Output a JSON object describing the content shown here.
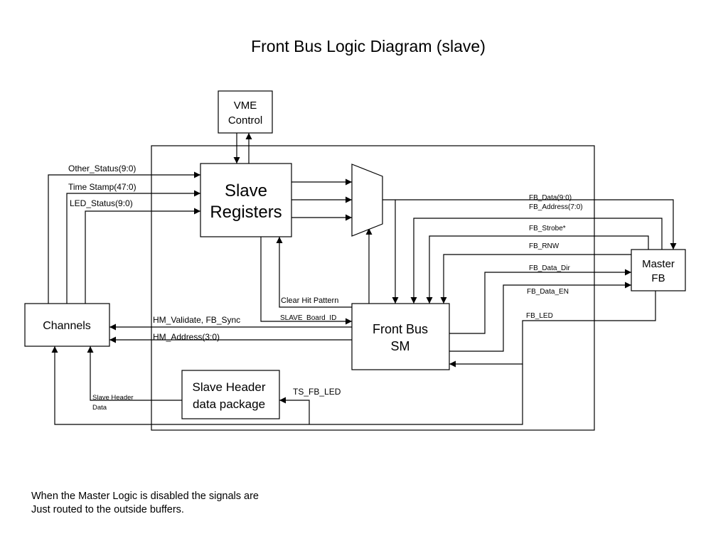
{
  "title": "Front Bus Logic Diagram (slave)",
  "blocks": {
    "vme_control": [
      "VME",
      "Control"
    ],
    "slave_registers": [
      "Slave",
      "Registers"
    ],
    "channels": "Channels",
    "front_bus_sm": [
      "Front Bus",
      "SM"
    ],
    "master_fb": [
      "Master",
      "FB"
    ],
    "slave_header": [
      "Slave Header",
      "data package"
    ]
  },
  "signals": {
    "other_status": "Other_Status(9:0)",
    "time_stamp": "Time Stamp(47:0)",
    "led_status": "LED_Status(9:0)",
    "fb_data": "FB_Data(9:0)",
    "fb_address": "FB_Address(7:0)",
    "fb_strobe": "FB_Strobe*",
    "fb_rnw": "FB_RNW",
    "fb_data_dir": "FB_Data_Dir",
    "fb_data_en": "FB_Data_EN",
    "fb_led": "FB_LED",
    "clear_hit_pattern": "Clear Hit Pattern",
    "slave_board_id": "SLAVE_Board_ID",
    "hm_validate": "HM_Validate, FB_Sync",
    "hm_address": "HM_Address(3:0)",
    "ts_fb_led": "TS_FB_LED",
    "slave_header_data": [
      "Slave Header",
      "Data"
    ]
  },
  "note": [
    "When the Master Logic is disabled the signals are",
    "Just routed to the outside buffers."
  ]
}
